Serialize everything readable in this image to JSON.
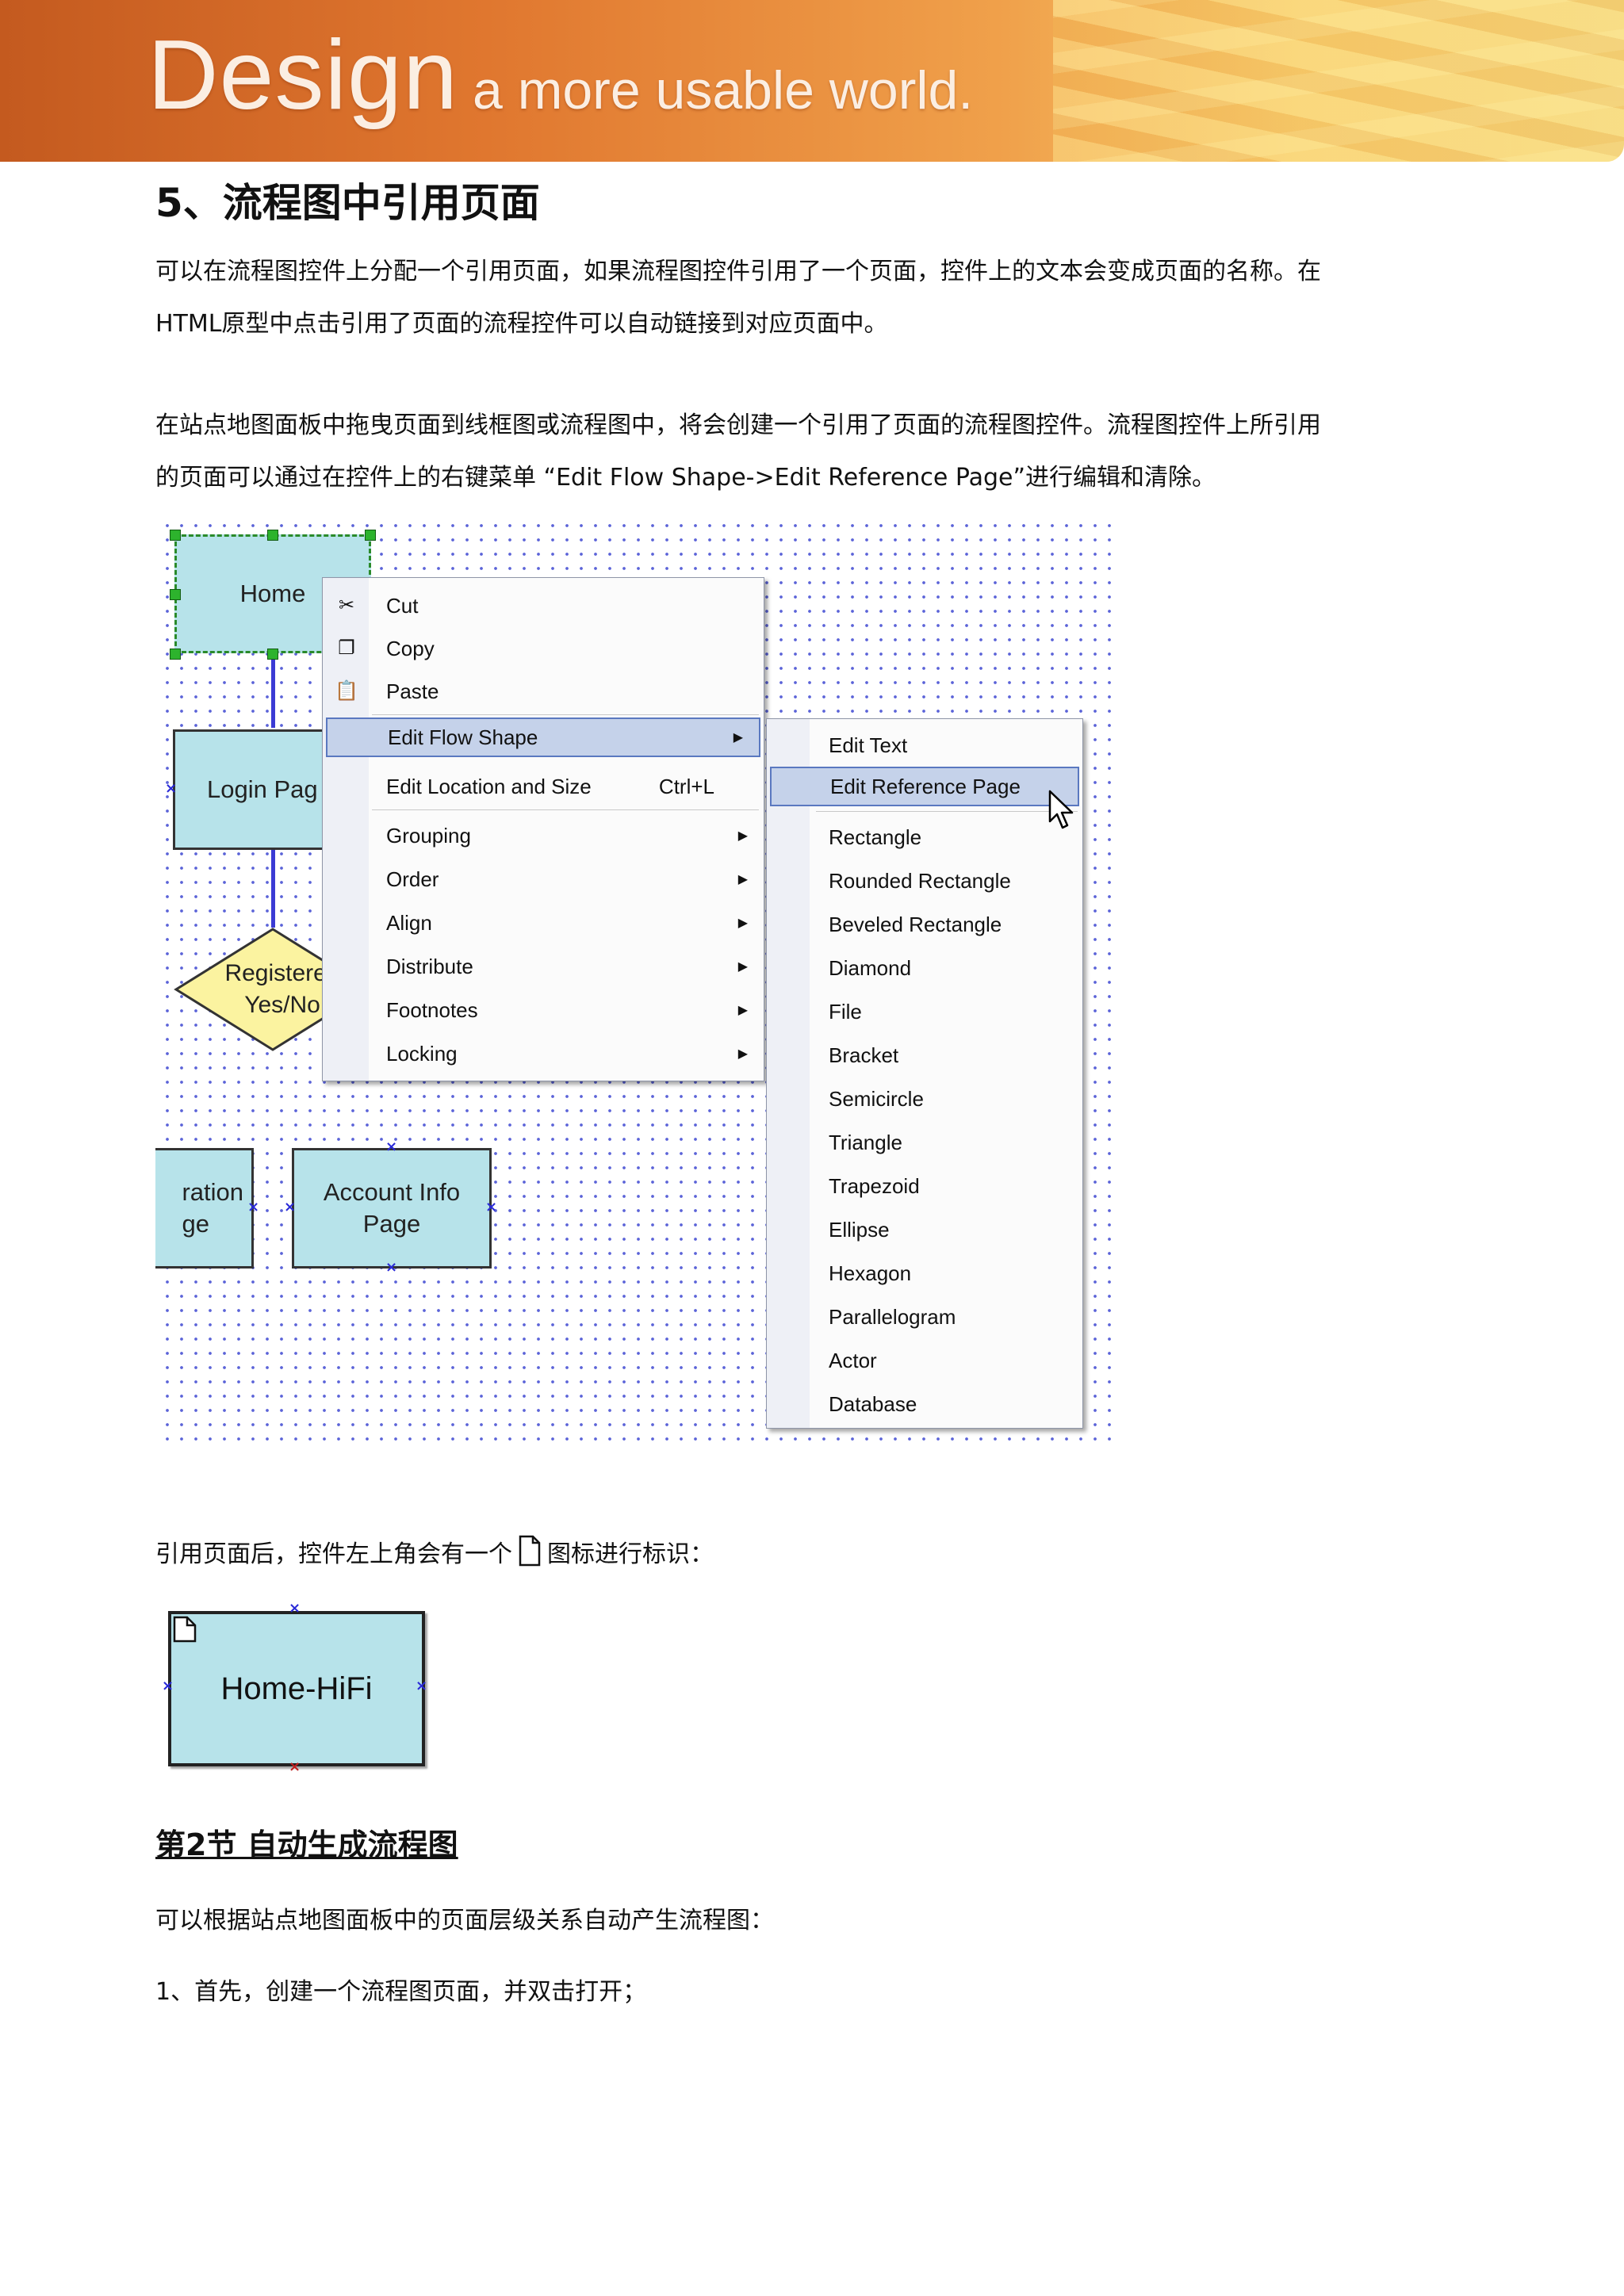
{
  "banner": {
    "word": "Design",
    "tagline": "a more usable world."
  },
  "section": {
    "title": "5、流程图中引用页面",
    "para1_line1": "可以在流程图控件上分配一个引用页面，如果流程图控件引用了一个页面，控件上的文本会变成页面的名称。在",
    "para1_line2": "HTML原型中点击引用了页面的流程控件可以自动链接到对应页面中。",
    "para2_line1": "在站点地图面板中拖曳页面到线框图或流程图中，将会创建一个引用了页面的流程图控件。流程图控件上所引用",
    "para2_line2": "的页面可以通过在控件上的右键菜单 “Edit Flow Shape->Edit Reference Page”进行编辑和清除。"
  },
  "diagram": {
    "shapes": {
      "home": "Home",
      "login": "Login Pag",
      "registered_1": "Registered",
      "registered_2": "Yes/No",
      "registration_1": "ration",
      "registration_2": "ge",
      "account_1": "Account Info",
      "account_2": "Page"
    },
    "context_menu": [
      {
        "label": "Cut",
        "icon": "scissors-icon"
      },
      {
        "label": "Copy",
        "icon": "copy-icon"
      },
      {
        "label": "Paste",
        "icon": "paste-icon"
      },
      {
        "label": "Edit Flow Shape",
        "has_submenu": true,
        "highlighted": true
      },
      {
        "label": "Edit Location and Size",
        "shortcut": "Ctrl+L"
      },
      {
        "label": "Grouping",
        "has_submenu": true
      },
      {
        "label": "Order",
        "has_submenu": true
      },
      {
        "label": "Align",
        "has_submenu": true
      },
      {
        "label": "Distribute",
        "has_submenu": true
      },
      {
        "label": "Footnotes",
        "has_submenu": true
      },
      {
        "label": "Locking",
        "has_submenu": true
      }
    ],
    "submenu": [
      "Edit Text",
      "Edit Reference Page",
      "Rectangle",
      "Rounded Rectangle",
      "Beveled Rectangle",
      "Diamond",
      "File",
      "Bracket",
      "Semicircle",
      "Triangle",
      "Trapezoid",
      "Ellipse",
      "Hexagon",
      "Parallelogram",
      "Actor",
      "Database"
    ],
    "submenu_highlighted": "Edit Reference Page"
  },
  "icon_note": {
    "before": "引用页面后，控件左上角会有一个",
    "after": "图标进行标识：",
    "icon": "page-icon"
  },
  "hifi_shape": {
    "label": "Home-HiFi"
  },
  "subsection": {
    "title": "第2节 自动生成流程图",
    "para": "可以根据站点地图面板中的页面层级关系自动产生流程图：",
    "step1": "1、首先，创建一个流程图页面，并双击打开；"
  },
  "colors": {
    "shape_fill": "#b7e3ea",
    "connector": "#3b3bd4",
    "grid_dot": "#5b63d8",
    "menu_highlight": "#c5d2ea"
  }
}
